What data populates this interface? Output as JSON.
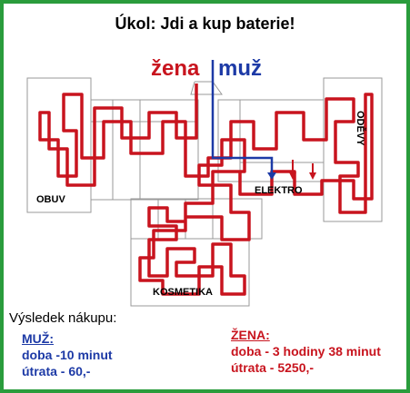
{
  "title": "Úkol: Jdi a kup baterie!",
  "legend": {
    "zena": "žena",
    "muz": "muž"
  },
  "stores": {
    "obuv": "OBUV",
    "elektro": "ELEKTRO",
    "kosmetika": "KOSMETIKA",
    "odevy": "ODĚVY"
  },
  "results": {
    "heading": "Výsledek nákupu:",
    "muz": {
      "label": "MUŽ:",
      "time": "doba -10 minut",
      "cost": "útrata - 60,-"
    },
    "zena": {
      "label": "ŽENA:",
      "time": "doba - 3 hodiny 38 minut",
      "cost": "útrata - 5250,-"
    }
  },
  "colors": {
    "frame": "#2a9c3c",
    "zena": "#c8141e",
    "muz": "#1d3aa6"
  }
}
